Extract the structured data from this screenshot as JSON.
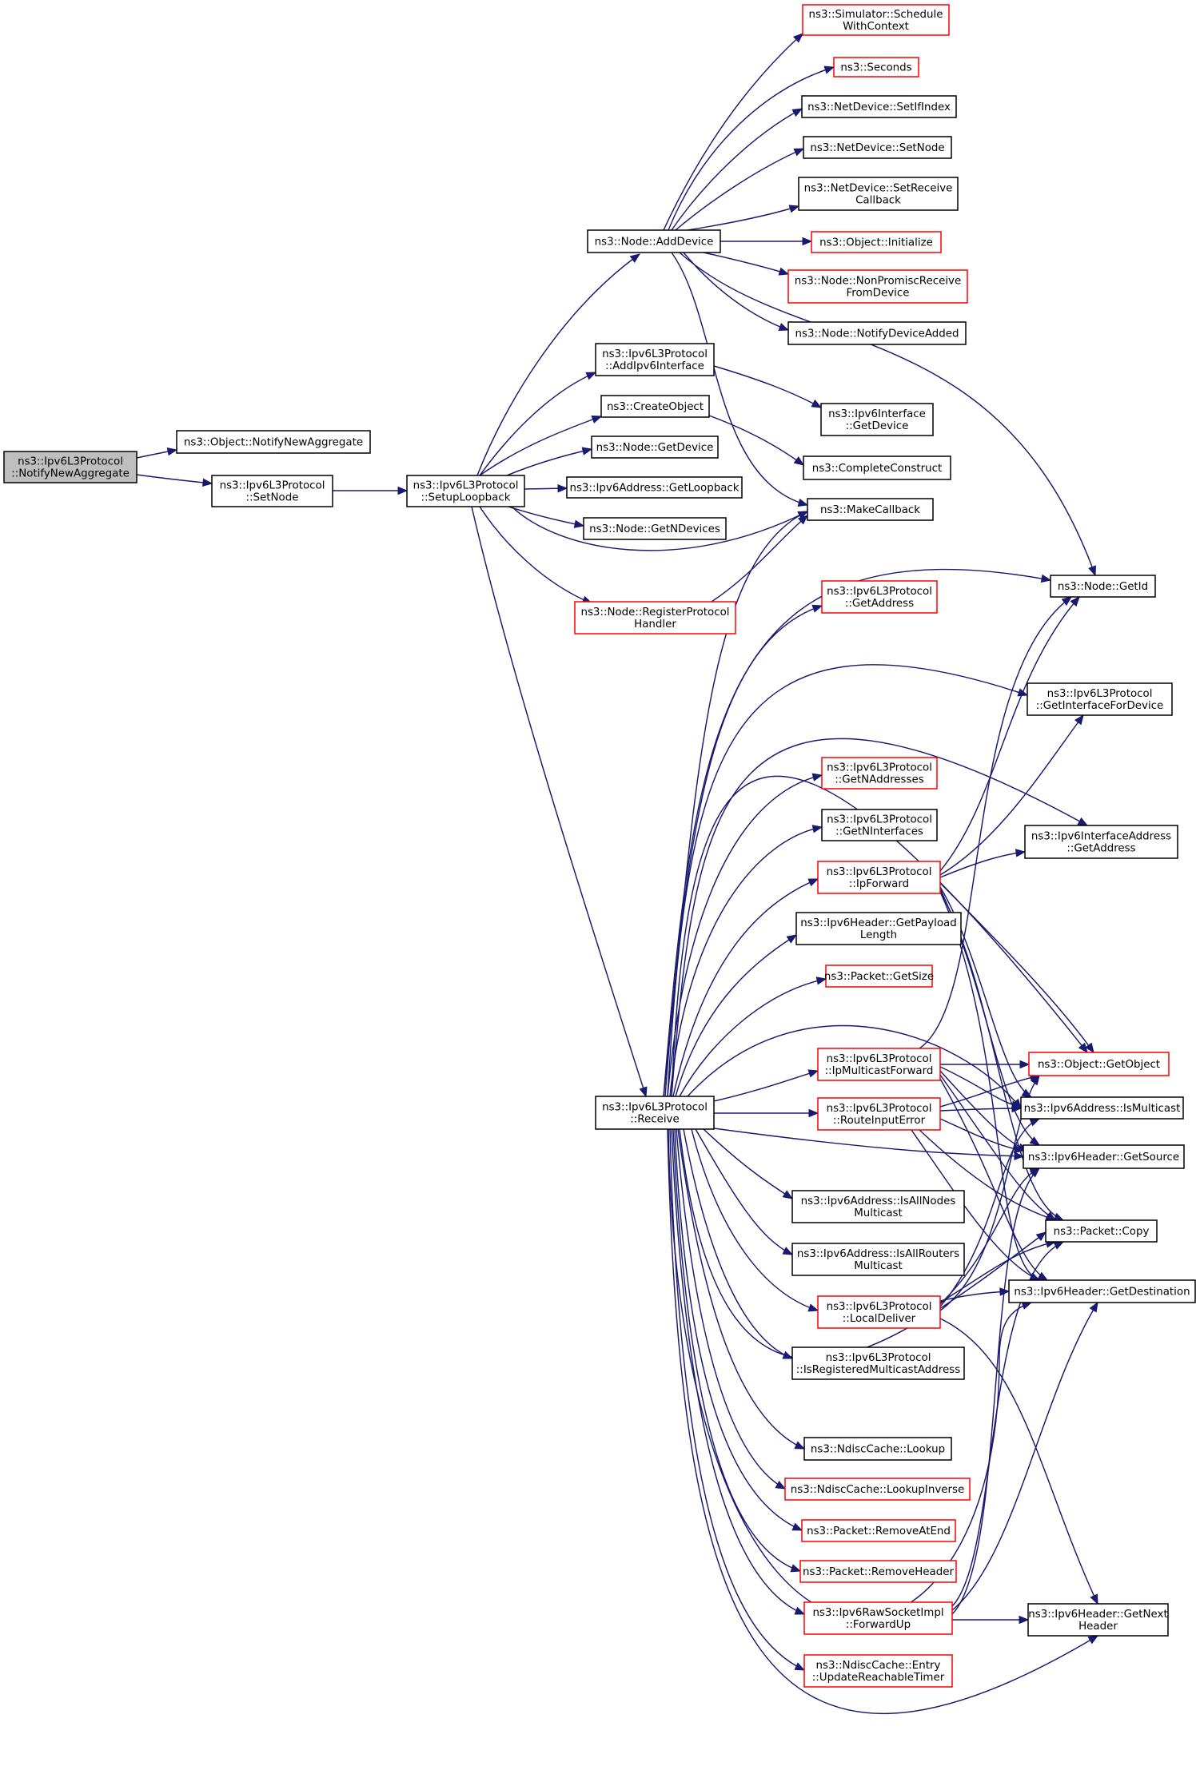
{
  "nodes": {
    "notify": [
      "ns3::Ipv6L3Protocol",
      "::NotifyNewAggregate"
    ],
    "obj_notify": [
      "ns3::Object::NotifyNewAggregate"
    ],
    "setnode": [
      "ns3::Ipv6L3Protocol",
      "::SetNode"
    ],
    "setup": [
      "ns3::Ipv6L3Protocol",
      "::SetupLoopback"
    ],
    "adddevice": [
      "ns3::Node::AddDevice"
    ],
    "sched": [
      "ns3::Simulator::Schedule",
      "WithContext"
    ],
    "seconds": [
      "ns3::Seconds"
    ],
    "setifindex": [
      "ns3::NetDevice::SetIfIndex"
    ],
    "nd_setnode": [
      "ns3::NetDevice::SetNode"
    ],
    "setrecv": [
      "ns3::NetDevice::SetReceive",
      "Callback"
    ],
    "init": [
      "ns3::Object::Initialize"
    ],
    "nonprom": [
      "ns3::Node::NonPromiscReceive",
      "FromDevice"
    ],
    "notifyadded": [
      "ns3::Node::NotifyDeviceAdded"
    ],
    "addif": [
      "ns3::Ipv6L3Protocol",
      "::AddIpv6Interface"
    ],
    "if_getdev": [
      "ns3::Ipv6Interface",
      "::GetDevice"
    ],
    "createobj": [
      "ns3::CreateObject"
    ],
    "complete": [
      "ns3::CompleteConstruct"
    ],
    "getdevice": [
      "ns3::Node::GetDevice"
    ],
    "getloop": [
      "ns3::Ipv6Address::GetLoopback"
    ],
    "getndev": [
      "ns3::Node::GetNDevices"
    ],
    "makecb": [
      "ns3::MakeCallback"
    ],
    "reghandler": [
      "ns3::Node::RegisterProtocol",
      "Handler"
    ],
    "getid": [
      "ns3::Node::GetId"
    ],
    "getaddr": [
      "ns3::Ipv6L3Protocol",
      "::GetAddress"
    ],
    "getiffordev": [
      "ns3::Ipv6L3Protocol",
      "::GetInterfaceForDevice"
    ],
    "getnaddr": [
      "ns3::Ipv6L3Protocol",
      "::GetNAddresses"
    ],
    "getnif": [
      "ns3::Ipv6L3Protocol",
      "::GetNInterfaces"
    ],
    "ifaddr": [
      "ns3::Ipv6InterfaceAddress",
      "::GetAddress"
    ],
    "ipfwd": [
      "ns3::Ipv6L3Protocol",
      "::IpForward"
    ],
    "payload": [
      "ns3::Ipv6Header::GetPayload",
      "Length"
    ],
    "getsize": [
      "ns3::Packet::GetSize"
    ],
    "ipmcast": [
      "ns3::Ipv6L3Protocol",
      "::IpMulticastForward"
    ],
    "getobject": [
      "ns3::Object::GetObject"
    ],
    "receive": [
      "ns3::Ipv6L3Protocol",
      "::Receive"
    ],
    "routeerr": [
      "ns3::Ipv6L3Protocol",
      "::RouteInputError"
    ],
    "ismcast": [
      "ns3::Ipv6Address::IsMulticast"
    ],
    "getsource": [
      "ns3::Ipv6Header::GetSource"
    ],
    "allnodes": [
      "ns3::Ipv6Address::IsAllNodes",
      "Multicast"
    ],
    "allrouters": [
      "ns3::Ipv6Address::IsAllRouters",
      "Multicast"
    ],
    "pcopy": [
      "ns3::Packet::Copy"
    ],
    "localdel": [
      "ns3::Ipv6L3Protocol",
      "::LocalDeliver"
    ],
    "getdest": [
      "ns3::Ipv6Header::GetDestination"
    ],
    "isreg": [
      "ns3::Ipv6L3Protocol",
      "::IsRegisteredMulticastAddress"
    ],
    "lookup": [
      "ns3::NdiscCache::Lookup"
    ],
    "lookupinv": [
      "ns3::NdiscCache::LookupInverse"
    ],
    "removeend": [
      "ns3::Packet::RemoveAtEnd"
    ],
    "removehdr": [
      "ns3::Packet::RemoveHeader"
    ],
    "fwdup": [
      "ns3::Ipv6RawSocketImpl",
      "::ForwardUp"
    ],
    "getnext": [
      "ns3::Ipv6Header::GetNext",
      "Header"
    ],
    "updtimer": [
      "ns3::NdiscCache::Entry",
      "::UpdateReachableTimer"
    ]
  },
  "colors": {
    "edge": "#191970",
    "node_border": "#000000",
    "link_border": "#ff0000",
    "root_fill": "#bfbfbf"
  }
}
